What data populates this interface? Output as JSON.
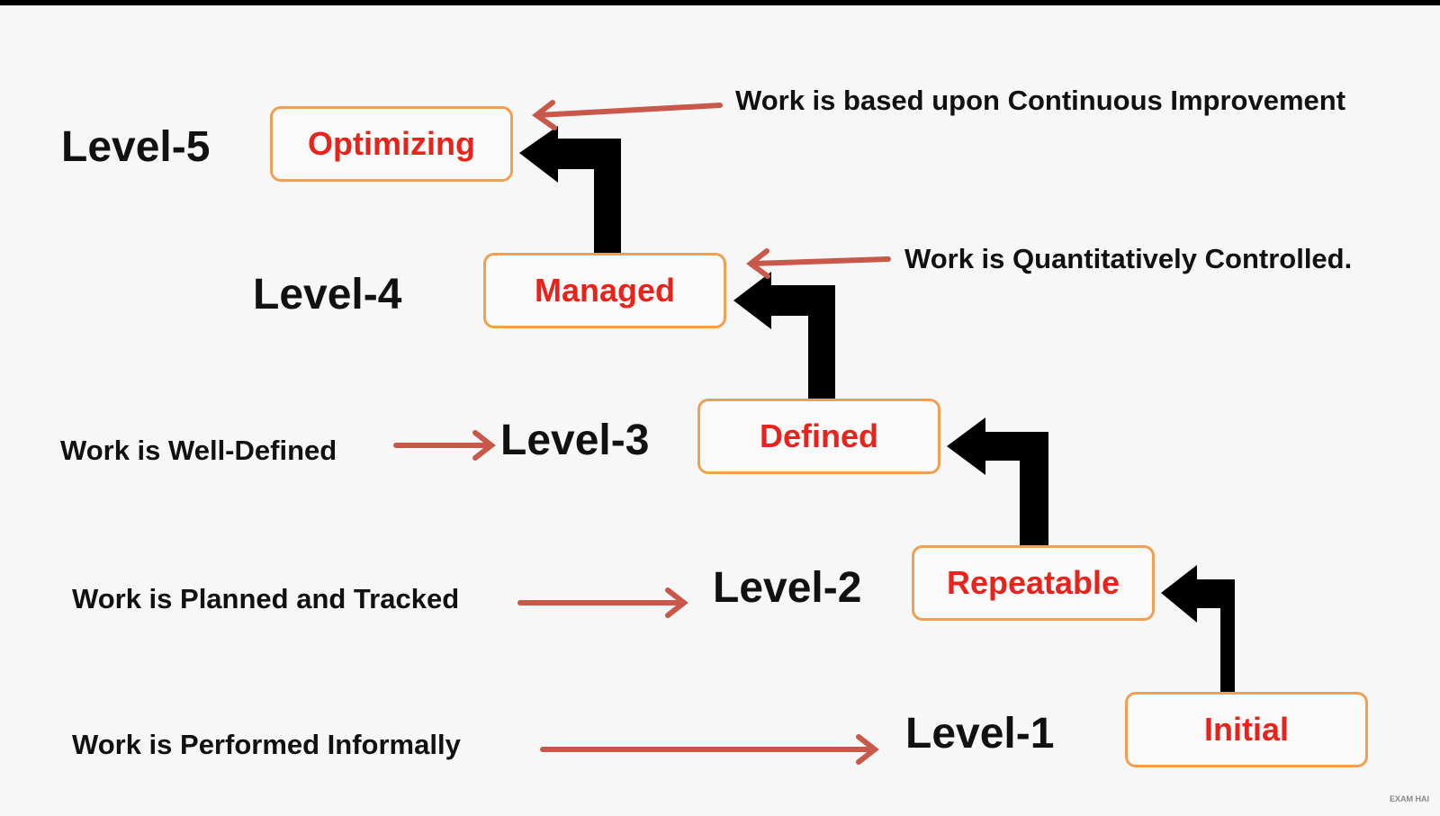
{
  "levels": [
    {
      "label": "Level-5",
      "stage": "Optimizing",
      "description": "Work is based upon Continuous Improvement"
    },
    {
      "label": "Level-4",
      "stage": "Managed",
      "description": "Work is Quantitatively Controlled."
    },
    {
      "label": "Level-3",
      "stage": "Defined",
      "description": "Work is Well-Defined"
    },
    {
      "label": "Level-2",
      "stage": "Repeatable",
      "description": "Work is Planned and Tracked"
    },
    {
      "label": "Level-1",
      "stage": "Initial",
      "description": "Work is Performed Informally"
    }
  ],
  "watermark": "EXAM HAI",
  "colors": {
    "stage_text": "#e8231b",
    "box_border": "#f0a050",
    "pointer_arrow": "#c8584a",
    "step_arrow": "#000000",
    "background": "#f7f7f7"
  }
}
